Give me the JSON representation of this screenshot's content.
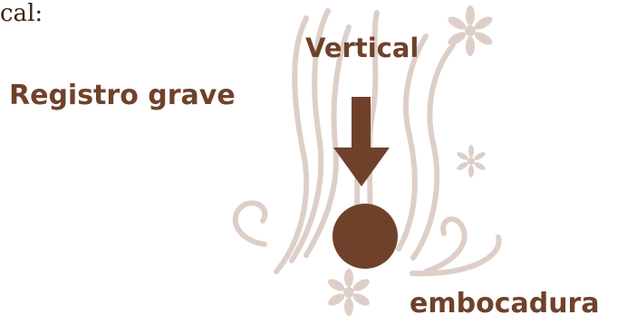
{
  "labels": {
    "fragment": "cal:",
    "register": "Registro grave",
    "direction": "Vertical",
    "target": "embocadura"
  },
  "colors": {
    "accent": "#70412a",
    "decoration": "#ddcfc8",
    "fragment_text": "#3a2516"
  },
  "icons": {
    "arrow": "arrow-down-icon",
    "point": "embouchure-dot-icon",
    "flower": "flower-icon"
  }
}
